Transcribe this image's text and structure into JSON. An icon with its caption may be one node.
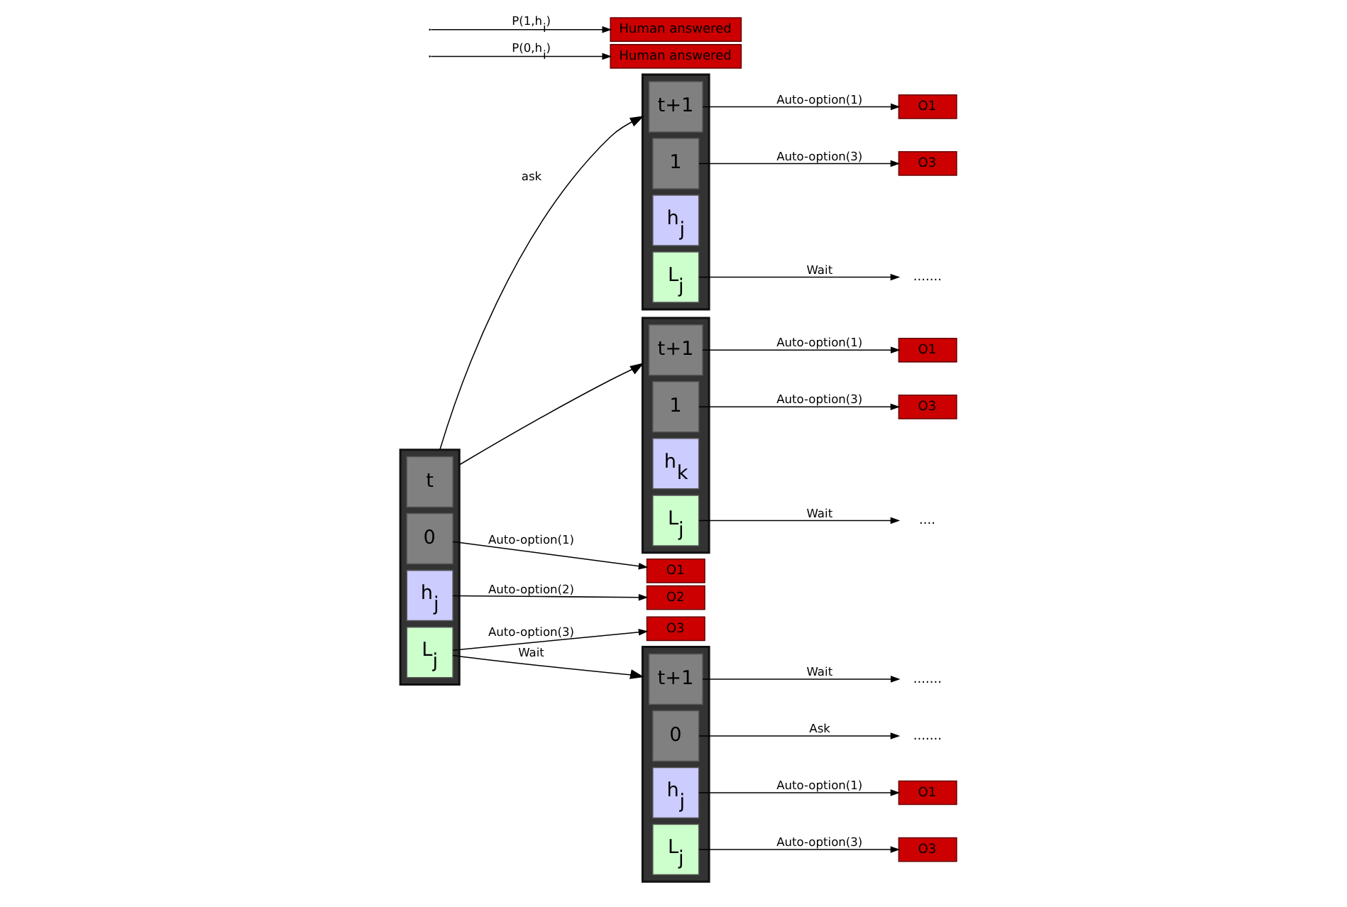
{
  "diagram": {
    "nodes": [
      {
        "text": [],
        "shape": "box"
      },
      {
        "text": [
          "t"
        ],
        "in": 0
      },
      {
        "text": [
          "0"
        ],
        "in": 0
      },
      {
        "text": [
          "h$_{j}$"
        ],
        "in": 0
      },
      {
        "text": [
          "L$_{j}$"
        ],
        "in": 0
      },
      {
        "text": [
          "O1"
        ]
      },
      {
        "text": [
          "O2"
        ]
      },
      {
        "text": [
          "O3"
        ]
      },
      {
        "text": [],
        "shape": "box"
      },
      {
        "text": [
          "t+1"
        ],
        "in": 8
      },
      {
        "text": [
          "1"
        ],
        "in": 8
      },
      {
        "text": [
          "h$_{j}$"
        ],
        "in": 8
      },
      {
        "text": [
          "L$_{j}$"
        ],
        "in": 8
      },
      {
        "text": [
          "O1"
        ]
      },
      {
        "text": [
          "O3"
        ]
      },
      {
        "text": [
          "......."
        ]
      },
      {
        "text": [
          "Human answered"
        ]
      },
      {
        "text": [],
        "shape": "box"
      },
      {
        "text": [
          "t+1"
        ],
        "in": 17
      },
      {
        "text": [
          "1"
        ],
        "in": 17
      },
      {
        "text": [
          "h$_{k}$"
        ],
        "in": 17
      },
      {
        "text": [
          "L$_{j}$"
        ],
        "in": 17
      },
      {
        "text": [
          "O1"
        ]
      },
      {
        "text": [
          "O3"
        ]
      },
      {
        "text": [
          "...."
        ]
      },
      {
        "text": [
          "Human answered"
        ]
      },
      {
        "text": [],
        "shape": "box"
      },
      {
        "text": [
          "t+1"
        ],
        "in": 26
      },
      {
        "text": [
          "0"
        ],
        "in": 26
      },
      {
        "text": [
          "h$_{j}$"
        ],
        "in": 26
      },
      {
        "text": [
          "L$_{j}$"
        ],
        "in": 26
      },
      {
        "text": [
          "......."
        ]
      },
      {
        "text": [
          "......."
        ]
      },
      {
        "text": [
          "O1"
        ]
      },
      {
        "text": [
          "O3"
        ]
      }
    ],
    "edges": [
      {
        "from": 0,
        "to": 8,
        "arrow": "to",
        "label": "ask"
      },
      {
        "from": 0,
        "to": 17,
        "arrow": "to"
      },
      {
        "from": null,
        "to": 16,
        "arrow": "to",
        "label": "P(0,h$_{i}$)"
      },
      {
        "from": 2,
        "to": 5,
        "arrow": "to",
        "label": "Auto-option(1)"
      },
      {
        "from": 3,
        "to": 6,
        "arrow": "to",
        "label": "Auto-option(2)"
      },
      {
        "from": 4,
        "to": 7,
        "arrow": "to",
        "label": "Auto-option(3)"
      },
      {
        "from": 4,
        "to": 26,
        "arrow": "to",
        "label": "Wait"
      },
      {
        "from": 9,
        "to": 13,
        "arrow": "to",
        "label": "Auto-option(1)"
      },
      {
        "from": 10,
        "to": 14,
        "arrow": "to",
        "label": "Auto-option(3)"
      },
      {
        "from": 12,
        "to": 15,
        "arrow": "to",
        "label": "Wait"
      },
      {
        "from": 18,
        "to": 22,
        "arrow": "to",
        "label": "Auto-option(1)"
      },
      {
        "from": 19,
        "to": 23,
        "arrow": "to",
        "label": "Auto-option(3)"
      },
      {
        "from": 21,
        "to": 24,
        "arrow": "to",
        "label": "Wait"
      },
      {
        "from": null,
        "to": 25,
        "arrow": "to",
        "label": "P(1,h$_{i}$)"
      },
      {
        "from": 27,
        "to": 31,
        "arrow": "to",
        "label": "Wait"
      },
      {
        "from": 28,
        "to": 32,
        "arrow": "to",
        "label": "Ask"
      },
      {
        "from": 29,
        "to": 33,
        "arrow": "to",
        "label": "Auto-option(1)"
      },
      {
        "from": 30,
        "to": 34,
        "arrow": "to",
        "label": "Auto-option(3)"
      }
    ]
  }
}
